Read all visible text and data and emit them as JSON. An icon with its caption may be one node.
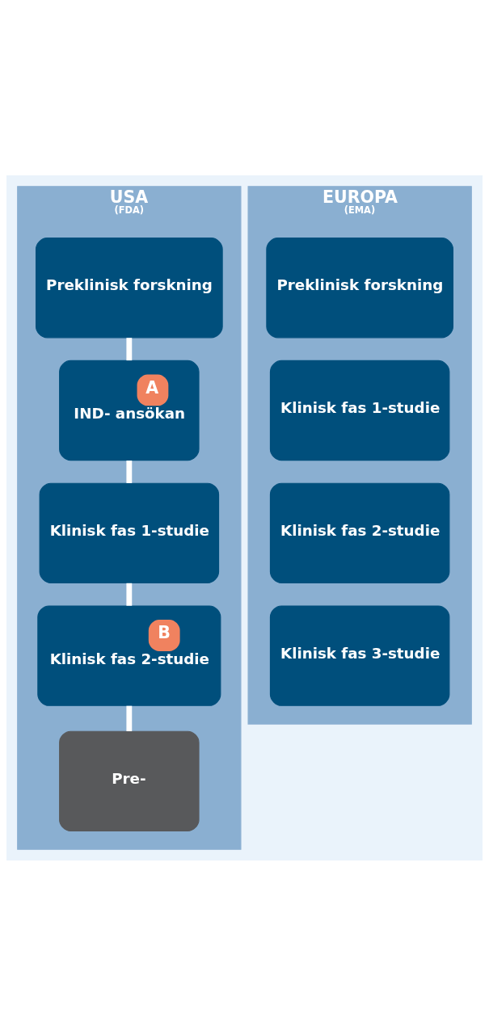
{
  "diagram": {
    "nodes": [
      {
        "text": [
          "USA",
          "(FDA)"
        ]
      },
      {
        "text": [
          "Preklinisk forskning"
        ],
        "in": 0
      },
      {
        "text": [
          "A",
          "IND- ansökan"
        ],
        "in": 0
      },
      {
        "text": [
          "Klinisk fas 1-studie"
        ],
        "in": 0
      },
      {
        "text": [
          "B",
          "Klinisk fas 2-studie"
        ],
        "in": 0
      },
      {
        "text": [
          "Pre-"
        ],
        "in": 0
      },
      {
        "text": [
          "EUROPA",
          "(EMA)"
        ]
      },
      {
        "text": [
          "Preklinisk forskning"
        ],
        "in": 6
      },
      {
        "text": [
          "Klinisk fas 1-studie"
        ],
        "in": 6
      },
      {
        "text": [
          "Klinisk fas 2-studie"
        ],
        "in": 6
      },
      {
        "text": [
          "Klinisk fas 3-studie"
        ],
        "in": 6
      }
    ],
    "edges": [
      {
        "from": 1,
        "to": 2,
        "arrow": "none"
      },
      {
        "from": 2,
        "to": 3,
        "arrow": "none"
      },
      {
        "from": 3,
        "to": 4,
        "arrow": "none"
      },
      {
        "from": 4,
        "to": 5,
        "arrow": "none"
      }
    ]
  }
}
